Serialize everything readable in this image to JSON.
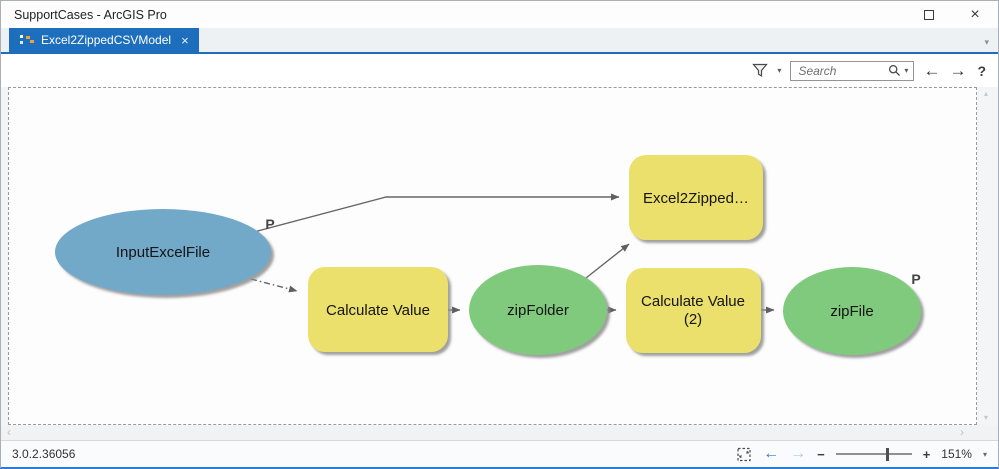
{
  "window": {
    "title": "SupportCases - ArcGIS Pro"
  },
  "tabbar": {
    "active_tab_label": "Excel2ZippedCSVModel"
  },
  "toolbar": {
    "search_placeholder": "Search",
    "help_label": "?"
  },
  "model": {
    "parameter_marker": "P",
    "nodes": [
      {
        "label": "InputExcelFile",
        "type": "input-variable",
        "parameter": true
      },
      {
        "label": "Calculate Value",
        "type": "tool",
        "parameter": false
      },
      {
        "label": "zipFolder",
        "type": "derived-variable",
        "parameter": false
      },
      {
        "label": "Excel2Zipped…",
        "type": "tool",
        "parameter": false
      },
      {
        "label": "Calculate Value",
        "label2": "(2)",
        "type": "tool",
        "parameter": false
      },
      {
        "label": "zipFile",
        "type": "derived-variable",
        "parameter": true
      }
    ]
  },
  "statusbar": {
    "version": "3.0.2.36056",
    "zoom_level": "151%",
    "zoom_out": "−",
    "zoom_in": "+"
  },
  "glyphs": {
    "close": "×",
    "tab_close": "×",
    "chevron_down": "▾",
    "caret_down": "▾",
    "back_arrow": "←",
    "forward_arrow": "→",
    "scroll_up": "▴",
    "scroll_down": "▾",
    "scroll_left": "‹",
    "scroll_right": "›"
  },
  "colors": {
    "tab_blue": "#1d6fbd",
    "accent_blue": "#2b7cd3",
    "input_variable_fill": "#72a9c9",
    "input_variable_stroke": "#68a0c2",
    "tool_fill": "#ece06c",
    "tool_stroke": "#d9c95f",
    "derived_variable_fill": "#7fca7d",
    "derived_variable_stroke": "#74bd73",
    "connector": "#666666"
  }
}
